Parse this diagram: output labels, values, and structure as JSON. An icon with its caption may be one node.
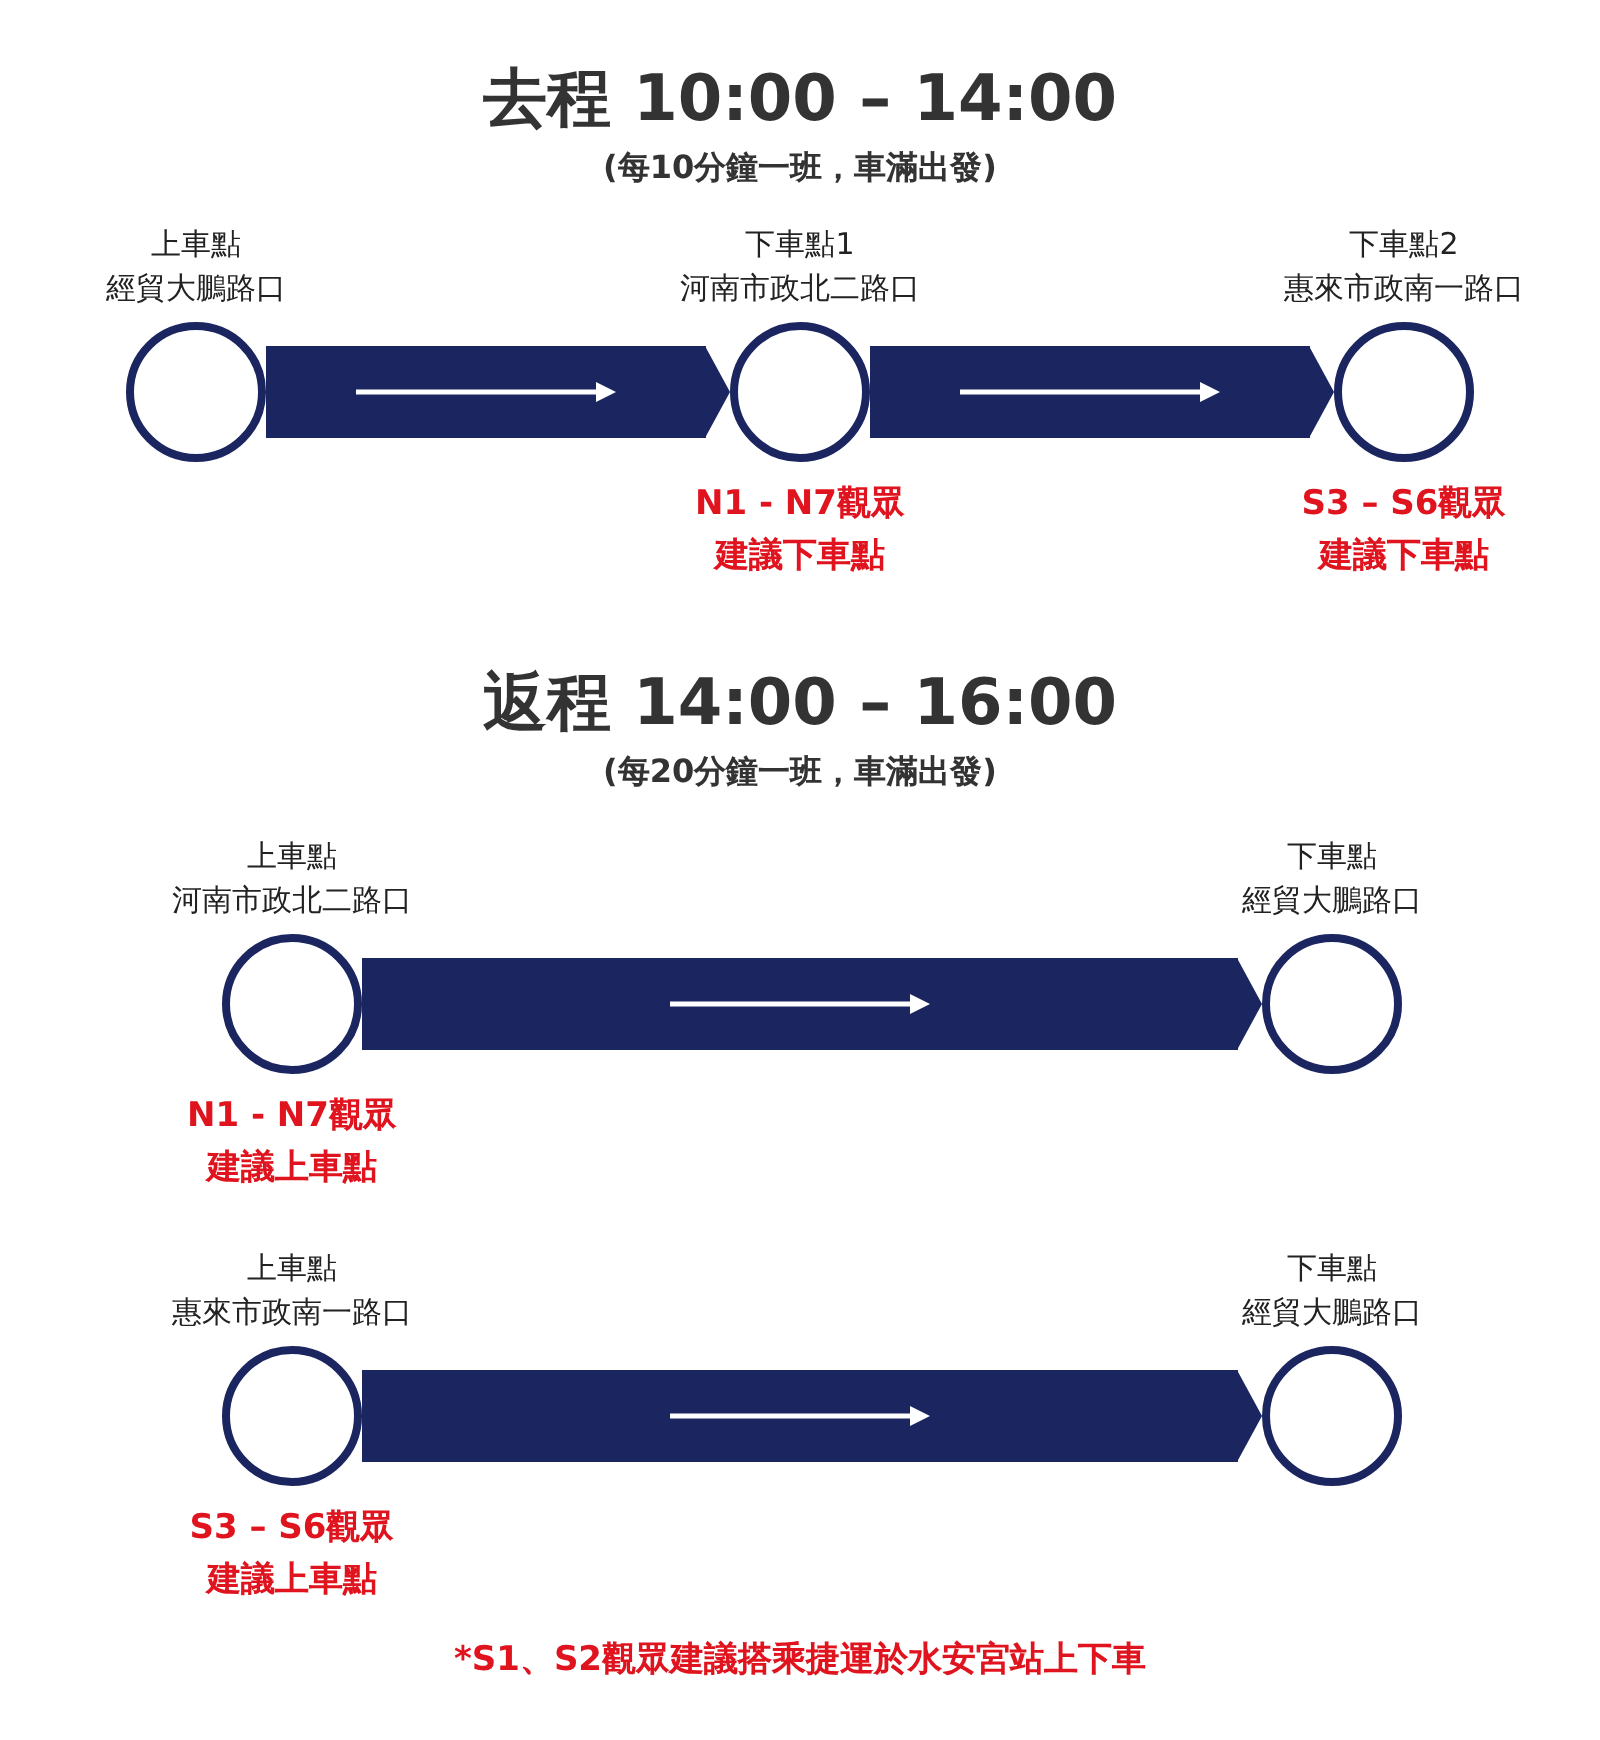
{
  "diagram": {
    "nodes": [
      {
        "text": [
          "上車點",
          "經貿大鵬路口"
        ]
      },
      {
        "text": [
          "下車點1",
          "河南市政北二路口"
        ],
        "beside": [
          "N1 - N7觀眾建議下車點"
        ]
      },
      {
        "text": [
          "下車點2",
          "惠來市政南一路口"
        ],
        "beside": [
          "S3 – S6觀眾建議下車點"
        ]
      },
      {
        "text": [
          "上車點",
          "河南市政北二路口"
        ],
        "beside": [
          "N1 - N7觀眾建議上車點"
        ]
      },
      {
        "text": [
          "下車點",
          "經貿大鵬路口"
        ]
      },
      {
        "text": [
          "上車點",
          "惠來市政南一路口"
        ],
        "beside": [
          "S3 – S6觀眾建議上車點"
        ]
      },
      {
        "text": [
          "下車點",
          "經貿大鵬路口"
        ]
      }
    ],
    "edges": [
      {
        "from": 0,
        "to": 1,
        "arrow": "to"
      },
      {
        "from": 1,
        "to": 2,
        "arrow": "to"
      },
      {
        "from": 3,
        "to": 4,
        "arrow": "to"
      },
      {
        "from": 5,
        "to": 6,
        "arrow": "to"
      }
    ],
    "labels": [
      "去程 10:00 – 14:00",
      "(每10分鐘一班，車滿出發)",
      "返程 14:00 – 16:00",
      "(每20分鐘一班，車滿出發)",
      "*S1、S2觀眾建議搭乘捷運於水安宮站上下車"
    ]
  }
}
